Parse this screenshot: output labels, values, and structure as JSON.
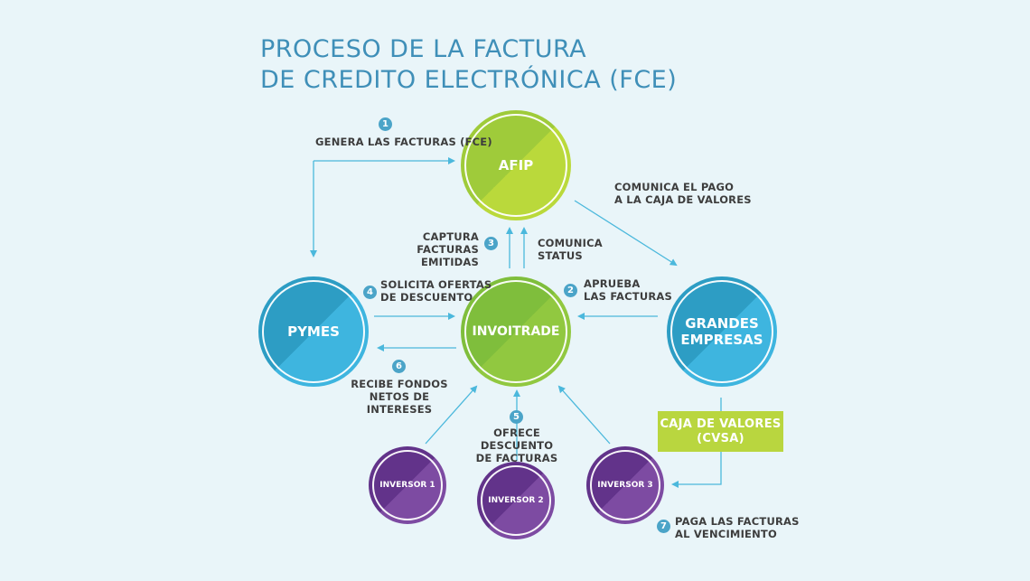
{
  "title": {
    "line1": "PROCESO DE LA FACTURA",
    "line2": "DE CREDITO ELECTRÓNICA (FCE)"
  },
  "nodes": {
    "afip": "AFIP",
    "pymes": "PYMES",
    "invoitrade": "INVOITRADE",
    "grandes_line1": "GRANDES",
    "grandes_line2": "EMPRESAS",
    "inversor1": "INVERSOR 1",
    "inversor2": "INVERSOR 2",
    "inversor3": "INVERSOR 3"
  },
  "caja": {
    "line1": "CAJA DE VALORES",
    "line2": "(CVSA)"
  },
  "steps": {
    "s1": {
      "num": "1",
      "line1": "GENERA LAS FACTURAS (FCE)"
    },
    "s2": {
      "num": "2",
      "line1": "APRUEBA",
      "line2": "LAS FACTURAS"
    },
    "s3": {
      "num": "3",
      "line1": "CAPTURA",
      "line2": "FACTURAS EMITIDAS"
    },
    "s4": {
      "num": "4",
      "line1": "SOLICITA OFERTAS",
      "line2": "DE DESCUENTO"
    },
    "s5": {
      "num": "5",
      "line1": "OFRECE DESCUENTO",
      "line2": "DE FACTURAS"
    },
    "s6": {
      "num": "6",
      "line1": "RECIBE FONDOS",
      "line2": "NETOS DE INTERESES"
    },
    "s7": {
      "num": "7",
      "line1": "PAGA LAS FACTURAS",
      "line2": "AL VENCIMIENTO"
    }
  },
  "notes": {
    "comunica_status_line1": "COMUNICA",
    "comunica_status_line2": "STATUS",
    "comunica_pago_line1": "COMUNICA EL PAGO",
    "comunica_pago_line2": "A LA CAJA DE VALORES"
  },
  "colors": {
    "background": "#e9f5f9",
    "title": "#3f8fb8",
    "arrow": "#4bb8dc",
    "green": "#a6cf3b",
    "blue": "#35a8d2",
    "purple": "#6e3f95",
    "caja": "#b9d63f",
    "badge": "#4ba4c8"
  }
}
